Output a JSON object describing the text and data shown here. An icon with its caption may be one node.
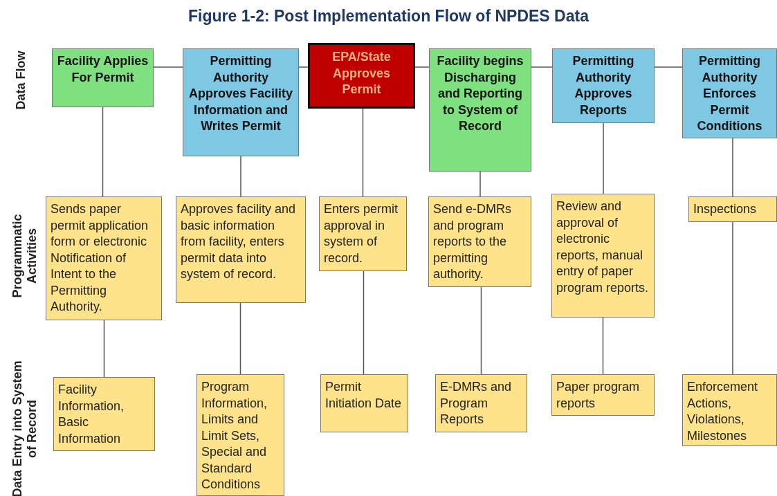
{
  "diagram": {
    "title": "Figure 1-2: Post Implementation Flow of NPDES Data",
    "nodes": [
      {
        "text": [
          "Facility Applies For Permit"
        ]
      },
      {
        "text": [
          "Permitting Authority Approves Facility Information and Writes Permit"
        ]
      },
      {
        "text": [
          "EPA/State Approves Permit"
        ]
      },
      {
        "text": [
          "Facility begins Discharging and Reporting to System of Record"
        ]
      },
      {
        "text": [
          "Permitting Authority Approves Reports"
        ]
      },
      {
        "text": [
          "Permitting Authority Enforces Permit Conditions"
        ]
      },
      {
        "text": [
          "Sends paper permit application form or electronic Notification of Intent to the Permitting Authority."
        ]
      },
      {
        "text": [
          "Approves facility and basic information from facility, enters permit data into system of record."
        ]
      },
      {
        "text": [
          "Enters permit approval in system of record."
        ]
      },
      {
        "text": [
          "Send e-DMRs and program reports to the permitting authority."
        ]
      },
      {
        "text": [
          "Review and approval of electronic reports, manual entry of paper program reports."
        ]
      },
      {
        "text": [
          "Inspections"
        ]
      },
      {
        "text": [
          "Facility Information, Basic Information"
        ]
      },
      {
        "text": [
          "Program Information, Limits and Limit Sets, Special and Standard Conditions"
        ]
      },
      {
        "text": [
          "Permit Initiation Date"
        ]
      },
      {
        "text": [
          "E-DMRs and Program Reports"
        ]
      },
      {
        "text": [
          "Paper program reports"
        ]
      },
      {
        "text": [
          "Enforcement Actions, Violations, Milestones"
        ]
      }
    ],
    "edges": [
      {
        "from": 0,
        "to": 1,
        "arrow": "none"
      },
      {
        "from": 1,
        "to": 2,
        "arrow": "none"
      },
      {
        "from": 2,
        "to": 3,
        "arrow": "none"
      },
      {
        "from": 3,
        "to": 4,
        "arrow": "none"
      },
      {
        "from": 4,
        "to": 5,
        "arrow": "none"
      },
      {
        "from": 0,
        "to": 6,
        "arrow": "none"
      },
      {
        "from": 6,
        "to": 12,
        "arrow": "none"
      },
      {
        "from": 1,
        "to": 7,
        "arrow": "none"
      },
      {
        "from": 7,
        "to": 13,
        "arrow": "none"
      },
      {
        "from": 2,
        "to": 8,
        "arrow": "none"
      },
      {
        "from": 8,
        "to": 14,
        "arrow": "none"
      },
      {
        "from": 3,
        "to": 9,
        "arrow": "none"
      },
      {
        "from": 9,
        "to": 15,
        "arrow": "none"
      },
      {
        "from": 4,
        "to": 10,
        "arrow": "none"
      },
      {
        "from": 10,
        "to": 16,
        "arrow": "none"
      },
      {
        "from": 5,
        "to": 11,
        "arrow": "none"
      },
      {
        "from": 11,
        "to": 17,
        "arrow": "none"
      }
    ],
    "labels": [
      "Data Flow",
      "Programmatic Activities",
      "Data Entry into System of Record"
    ]
  }
}
